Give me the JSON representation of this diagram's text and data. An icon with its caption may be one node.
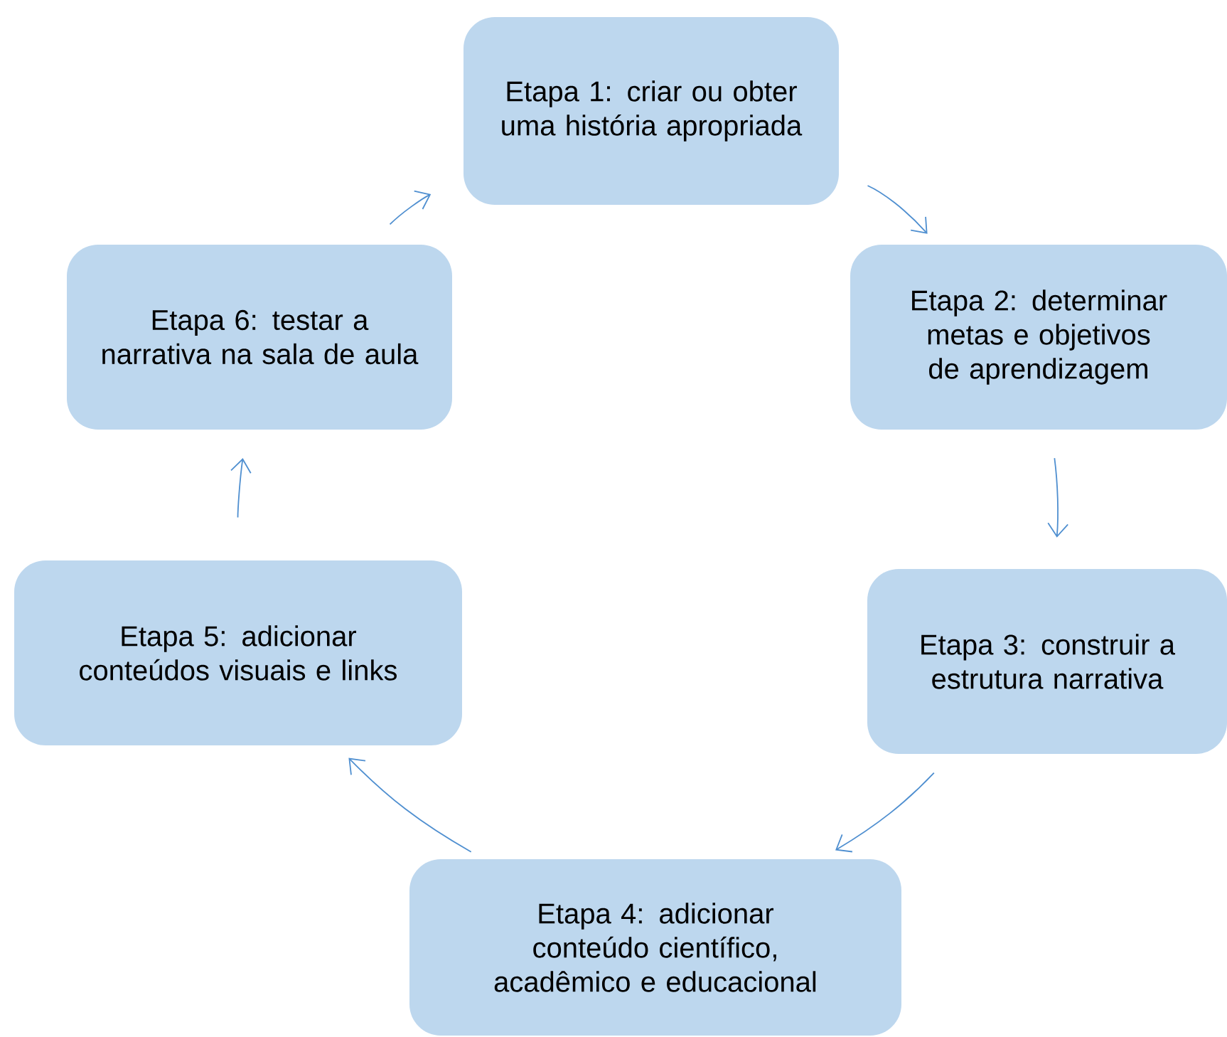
{
  "diagram": {
    "nodes": [
      {
        "text": [
          "Etapa 1: criar ou obter uma história apropriada"
        ]
      },
      {
        "text": [
          "Etapa 2: determinar metas e objetivos de aprendizagem"
        ]
      },
      {
        "text": [
          "Etapa 3: construir a estrutura narrativa"
        ]
      },
      {
        "text": [
          "Etapa 4: adicionar conteúdo científico, acadêmico e educacional"
        ]
      },
      {
        "text": [
          "Etapa 5: adicionar conteúdos visuais e links"
        ]
      },
      {
        "text": [
          "Etapa 6: testar a narrativa na sala de aula"
        ]
      }
    ],
    "edges": [
      {
        "from": 0,
        "to": 1,
        "arrow": "to"
      },
      {
        "from": 1,
        "to": 2,
        "arrow": "to"
      },
      {
        "from": 2,
        "to": 3,
        "arrow": "to"
      },
      {
        "from": 3,
        "to": 4,
        "arrow": "to"
      },
      {
        "from": 4,
        "to": 5,
        "arrow": "to"
      },
      {
        "from": 5,
        "to": 0,
        "arrow": "to"
      }
    ]
  }
}
